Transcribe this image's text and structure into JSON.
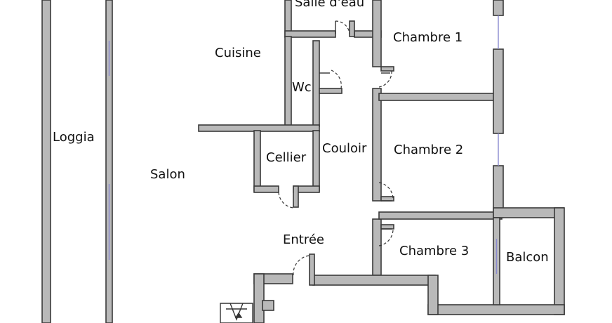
{
  "rooms": {
    "salle_deau": "Salle d'eau",
    "chambre1": "Chambre 1",
    "cuisine": "Cuisine",
    "wc": "Wc",
    "loggia": "Loggia",
    "cellier": "Cellier",
    "couloir": "Couloir",
    "chambre2": "Chambre 2",
    "salon": "Salon",
    "entree": "Entrée",
    "chambre3": "Chambre 3",
    "balcon": "Balcon"
  }
}
